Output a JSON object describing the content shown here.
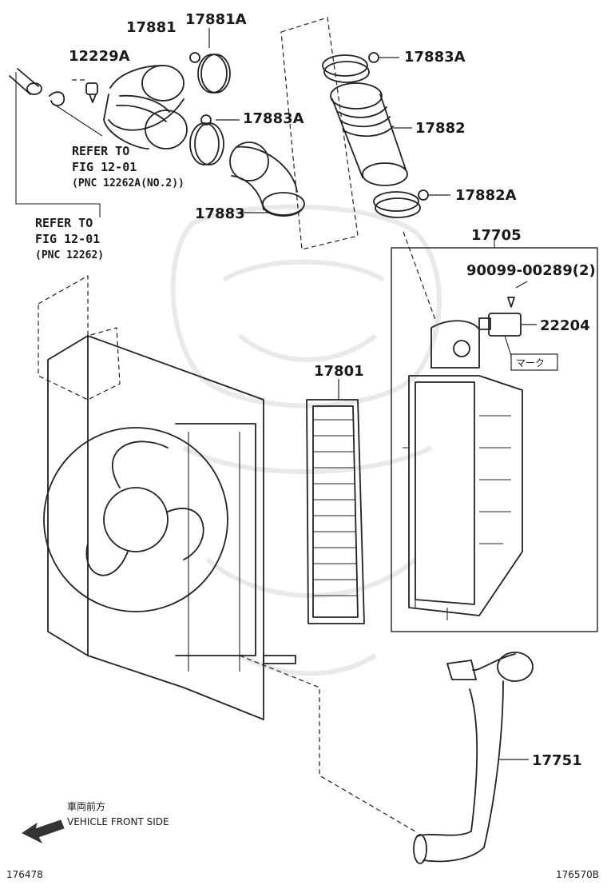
{
  "diagram": {
    "part_labels": {
      "p17881": "17881",
      "p17881A": "17881A",
      "p12229A": "12229A",
      "p17883A_top": "17883A",
      "p17883A_mid": "17883A",
      "p17882": "17882",
      "p17882A": "17882A",
      "p17883": "17883",
      "p17705": "17705",
      "p90099": "90099-00289(2)",
      "p22204": "22204",
      "mark": "マーク",
      "p17801": "17801",
      "p17751": "17751"
    },
    "references": {
      "ref1_line1": "REFER TO",
      "ref1_line2": "FIG 12-01",
      "ref1_line3": "(PNC 12262A(NO.2))",
      "ref2_line1": "REFER TO",
      "ref2_line2": "FIG 12-01",
      "ref2_line3": "(PNC 12262)"
    },
    "direction": {
      "japanese": "車両前方",
      "english": "VEHICLE FRONT SIDE"
    },
    "footer": {
      "left_code": "176478",
      "right_code": "176570B"
    }
  }
}
